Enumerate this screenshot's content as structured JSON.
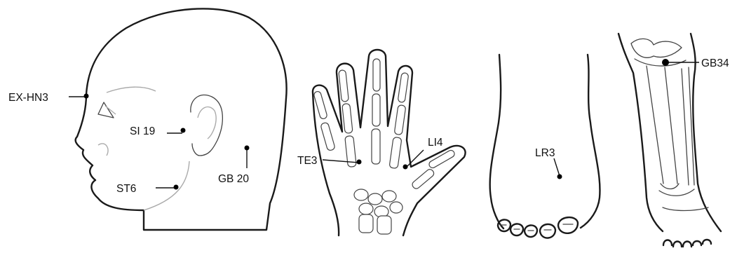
{
  "figure": {
    "points": {
      "ex_hn3": "EX-HN3",
      "si19": "SI 19",
      "gb20": "GB 20",
      "st6": "ST6",
      "te3": "TE3",
      "li4": "LI4",
      "lr3": "LR3",
      "gb34": "GB34"
    }
  }
}
